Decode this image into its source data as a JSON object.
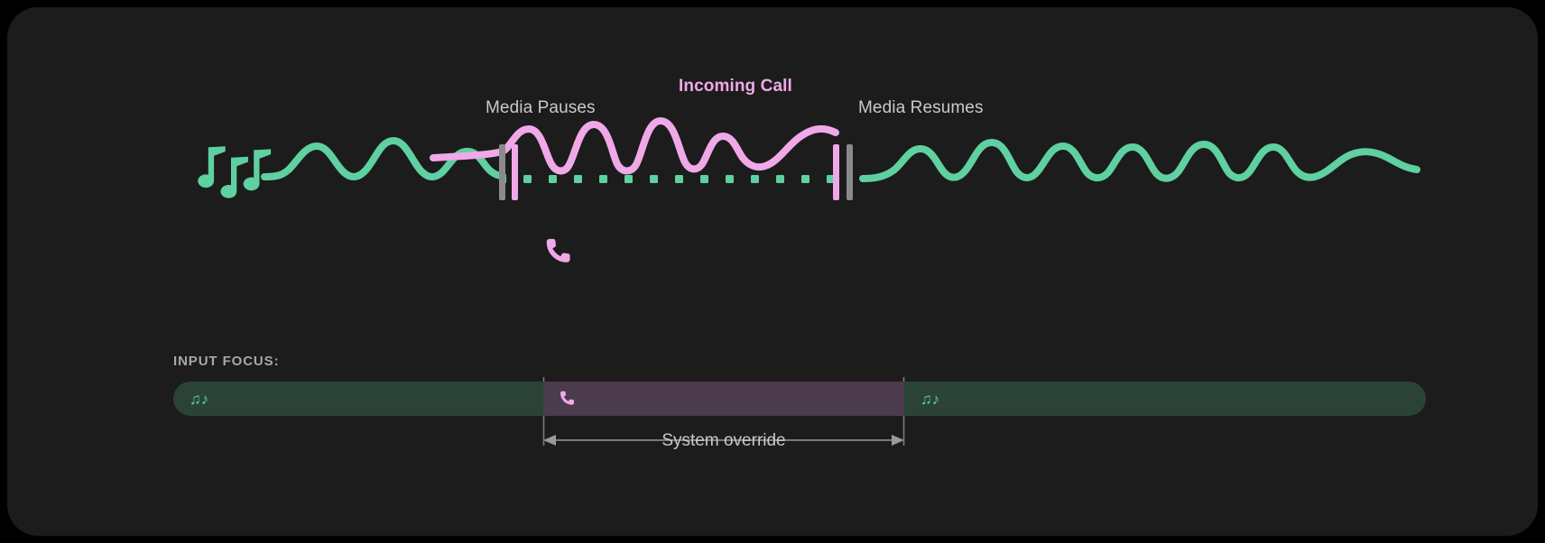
{
  "theme": {
    "page_background": "#000000",
    "card_background": "#1c1c1c",
    "media_accent": "#5fd0a0",
    "call_accent": "#f0a8e8",
    "divider_gray": "#8a8a8a",
    "label_gray": "#c9c9c9",
    "focus_media_fill": "#2b4337",
    "focus_call_fill": "#4b3b4c"
  },
  "timeline": {
    "media_icon": "music-notes-icon",
    "media_icon_glyph": "♫♪",
    "call_icon": "phone-icon",
    "call_icon_glyph": "✆",
    "labels": {
      "media_pauses": "Media Pauses",
      "incoming_call": "Incoming Call",
      "media_resumes": "Media Resumes"
    }
  },
  "focus": {
    "title": "INPUT FOCUS:",
    "segments": [
      {
        "name": "media-left",
        "icon": "music-notes-icon",
        "glyph": "♫♪",
        "fill": "#2b4337"
      },
      {
        "name": "call",
        "icon": "phone-icon",
        "glyph": "✆",
        "fill": "#4b3b4c"
      },
      {
        "name": "media-right",
        "icon": "music-notes-icon",
        "glyph": "♫♪",
        "fill": "#2b4337"
      }
    ],
    "override_label": "System override"
  },
  "chart_data": {
    "type": "line",
    "title": "Audio focus timeline: media playback interrupted by incoming call",
    "xlabel": "",
    "ylabel": "",
    "grid": false,
    "legend_position": "none",
    "annotations": [
      {
        "text": "Media Pauses",
        "x": 545,
        "y": 110
      },
      {
        "text": "Incoming Call",
        "x": 742,
        "y": 87
      },
      {
        "text": "Media Resumes",
        "x": 935,
        "y": 110
      },
      {
        "text": "System override",
        "x": 732,
        "y": 451
      }
    ],
    "series": [
      {
        "name": "Media waveform (before pause)",
        "color": "#5fd0a0",
        "x_range": [
          285,
          548
        ],
        "style": "solid"
      },
      {
        "name": "Media waveform (muted during call)",
        "color": "#5fd0a0",
        "x_range": [
          560,
          915
        ],
        "style": "dotted-flat"
      },
      {
        "name": "Call waveform",
        "color": "#f0a8e8",
        "x_range": [
          565,
          920
        ],
        "style": "solid"
      },
      {
        "name": "Media waveform (after resume)",
        "color": "#5fd0a0",
        "x_range": [
          948,
          1443
        ],
        "style": "solid"
      }
    ],
    "markers": [
      {
        "name": "pause-divider-gray",
        "x": 548,
        "color": "#8a8a8a"
      },
      {
        "name": "pause-divider-pink",
        "x": 562,
        "color": "#f0a8e8"
      },
      {
        "name": "resume-divider-pink",
        "x": 918,
        "color": "#f0a8e8"
      },
      {
        "name": "resume-divider-gray",
        "x": 934,
        "color": "#8a8a8a"
      }
    ]
  }
}
